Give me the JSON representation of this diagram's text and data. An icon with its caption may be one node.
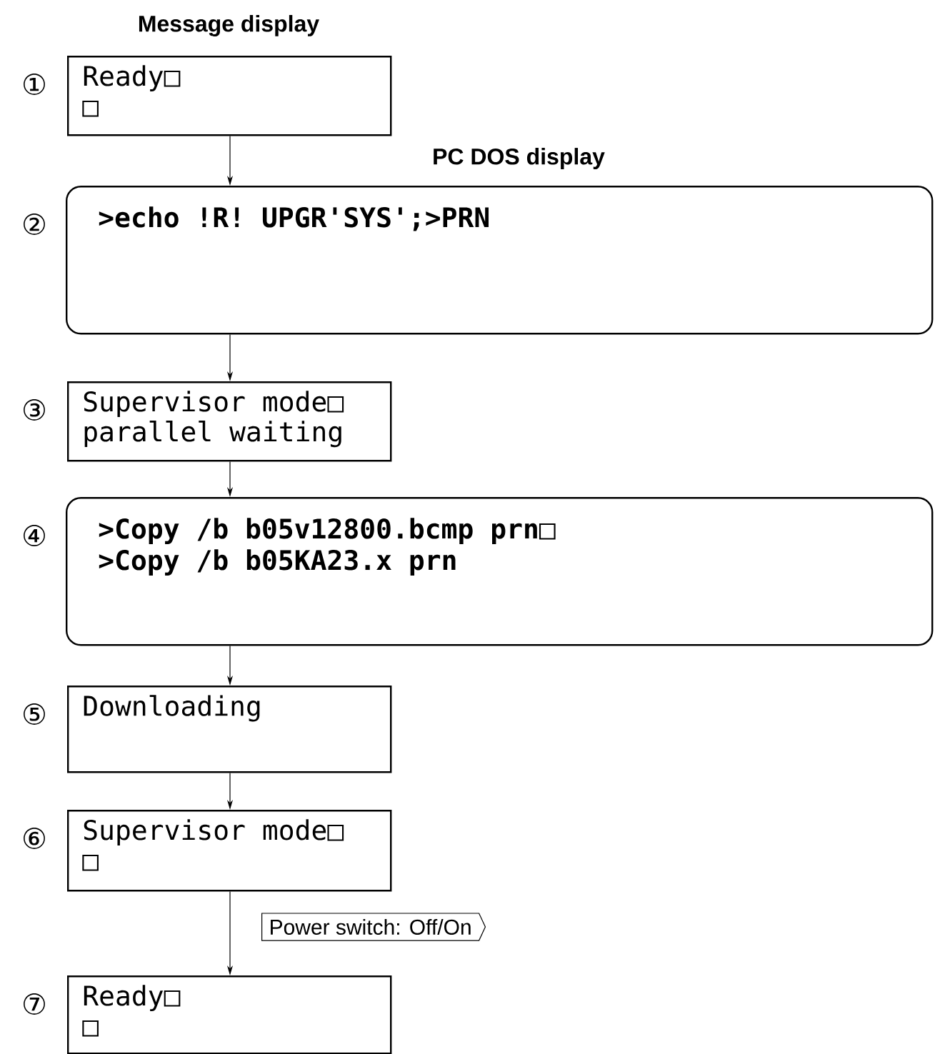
{
  "diagram": {
    "nodes": [
      {
        "text": [
          "Message display",
          "Ready□",
          "□"
        ],
        "beside": [
          "①"
        ]
      },
      {
        "text": [
          "PC DOS display",
          ">echo !R! UPGR'SYS';>PRN"
        ],
        "beside": [
          "②"
        ]
      },
      {
        "text": [
          "Supervisor mode□",
          "parallel waiting"
        ],
        "beside": [
          "③"
        ]
      },
      {
        "text": [
          ">Copy /b b05v12800.bcmp prn□",
          ">Copy /b b05KA23.x prn"
        ],
        "beside": [
          "④"
        ]
      },
      {
        "text": [
          "Downloading"
        ],
        "beside": [
          "⑤"
        ]
      },
      {
        "text": [
          "Supervisor mode□",
          "□"
        ],
        "beside": [
          "⑥"
        ]
      },
      {
        "text": [
          "Ready□",
          "□"
        ],
        "beside": [
          "⑦"
        ]
      }
    ],
    "edges": [
      {
        "from": 0,
        "to": 1,
        "arrow": "to"
      },
      {
        "from": 1,
        "to": 2,
        "arrow": "to"
      },
      {
        "from": 2,
        "to": 3,
        "arrow": "to"
      },
      {
        "from": 3,
        "to": 4,
        "arrow": "to"
      },
      {
        "from": 4,
        "to": 5,
        "arrow": "to"
      },
      {
        "from": 5,
        "to": 6,
        "arrow": "to",
        "label": "Power switch: Off/On"
      }
    ]
  }
}
